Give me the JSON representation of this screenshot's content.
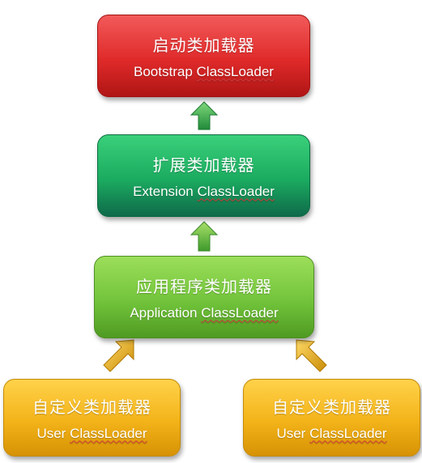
{
  "boxes": {
    "bootstrap": {
      "zh": "启动类加载器",
      "en_plain": "Bootstrap ",
      "en_squig": "ClassLoader"
    },
    "extension": {
      "zh": "扩展类加载器",
      "en_plain": "Extension ",
      "en_squig": "ClassLoader"
    },
    "application": {
      "zh": "应用程序类加载器",
      "en_plain": "Application ",
      "en_squig": "ClassLoader"
    },
    "user_left": {
      "zh": "自定义类加载器",
      "en_plain": "User ",
      "en_squig": "ClassLoader"
    },
    "user_right": {
      "zh": "自定义类加载器",
      "en_plain": "User ",
      "en_squig": "ClassLoader"
    }
  },
  "colors": {
    "bootstrap": "#e02a2a",
    "extension": "#1bab60",
    "application": "#72c43b",
    "user": "#f3b319",
    "arrow_green": "#3aa84a",
    "arrow_yellow": "#e0a614"
  },
  "arrows": [
    {
      "name": "arrow-extension-to-bootstrap",
      "icon": "up-arrow-icon"
    },
    {
      "name": "arrow-application-to-extension",
      "icon": "up-arrow-icon"
    },
    {
      "name": "arrow-user-left-to-application",
      "icon": "diagonal-up-right-arrow-icon"
    },
    {
      "name": "arrow-user-right-to-application",
      "icon": "diagonal-up-left-arrow-icon"
    }
  ]
}
